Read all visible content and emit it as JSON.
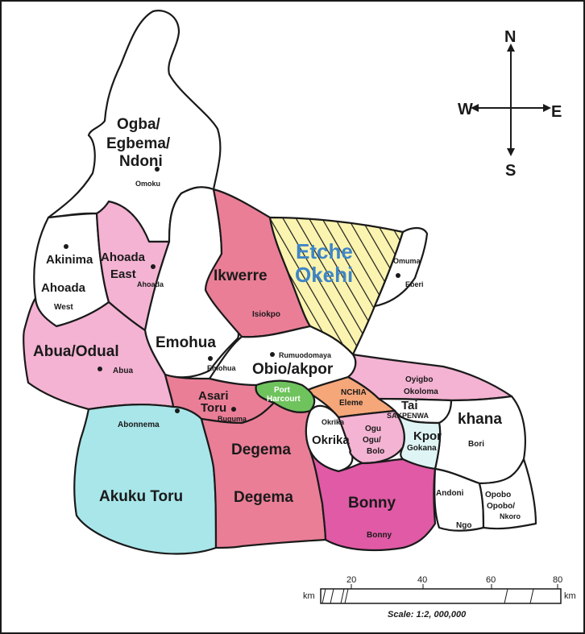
{
  "map": {
    "regions": [
      {
        "key": "ogba",
        "lines": [
          "Ogba/",
          "Egbema/",
          "Ndoni"
        ],
        "town": "Omoku",
        "fill": "#ffffff"
      },
      {
        "key": "ahoada_west",
        "lines": [
          "Akinima",
          "Ahoada"
        ],
        "town": "West",
        "fill": "#ffffff"
      },
      {
        "key": "ahoada_east",
        "lines": [
          "Ahoada",
          "East"
        ],
        "town": "Ahoada",
        "fill": "#f4b3d3"
      },
      {
        "key": "ikwerre",
        "lines": [
          "Ikwerre"
        ],
        "town": "Isiokpo",
        "fill": "#ea7e97"
      },
      {
        "key": "etche",
        "lines": [
          "Etche",
          "Okehi"
        ],
        "town": "",
        "fill": "#fbf4b0"
      },
      {
        "key": "omuma",
        "lines": [],
        "town": "Omuma",
        "town2": "Eberi",
        "fill": "#ffffff"
      },
      {
        "key": "abua",
        "lines": [
          "Abua/Odual"
        ],
        "town": "Abua",
        "fill": "#f4b3d3"
      },
      {
        "key": "emohua",
        "lines": [
          "Emohua"
        ],
        "town": "Emohua",
        "fill": "#ffffff"
      },
      {
        "key": "obio",
        "lines": [
          "Obio/akpor"
        ],
        "town": "Rumuodomaya",
        "fill": "#ffffff"
      },
      {
        "key": "portharcourt",
        "lines": [
          "Port",
          "Harcourt"
        ],
        "town": "",
        "fill": "#6fc35d"
      },
      {
        "key": "oyigbo",
        "lines": [
          "Oyigbo",
          "Okoloma"
        ],
        "town": "",
        "fill": "#f4b3d3"
      },
      {
        "key": "eleme",
        "lines": [
          "NCHIA",
          "Eleme"
        ],
        "town": "",
        "fill": "#f5a77a"
      },
      {
        "key": "tai",
        "lines": [
          "Tai"
        ],
        "town": "SAKPENWA",
        "fill": "#ffffff"
      },
      {
        "key": "khana",
        "lines": [
          "khana"
        ],
        "town": "Bori",
        "fill": "#ffffff"
      },
      {
        "key": "asari",
        "lines": [
          "Asari",
          "Toru"
        ],
        "town": "Buguma",
        "fill": "#ea7e97"
      },
      {
        "key": "okrika",
        "lines": [
          "Okrika"
        ],
        "town": "Okrika",
        "fill": "#ffffff"
      },
      {
        "key": "ogu",
        "lines": [
          "Ogu",
          "Ogu/",
          "Bolo"
        ],
        "town": "",
        "fill": "#f4b3d3"
      },
      {
        "key": "gokana",
        "lines": [
          "Kpor"
        ],
        "town": "Gokana",
        "fill": "#dff4f4"
      },
      {
        "key": "akuku",
        "lines": [
          "Akuku Toru"
        ],
        "town": "Abonnema",
        "fill": "#a8e6ea"
      },
      {
        "key": "degema",
        "lines": [
          "Degema",
          "Degema"
        ],
        "town": "",
        "fill": "#ea7e97"
      },
      {
        "key": "bonny",
        "lines": [
          "Bonny"
        ],
        "town": "Bonny",
        "fill": "#e05aa6"
      },
      {
        "key": "andoni",
        "lines": [
          "Andoni"
        ],
        "town": "Ngo",
        "fill": "#ffffff"
      },
      {
        "key": "opobo",
        "lines": [
          "Opobo",
          "Opobo/"
        ],
        "town": "Nkoro",
        "fill": "#ffffff"
      }
    ]
  },
  "compass": {
    "n": "N",
    "s": "S",
    "e": "E",
    "w": "W"
  },
  "scale": {
    "unit_left": "km",
    "unit_right": "km",
    "ticks": [
      "20",
      "40",
      "60",
      "80"
    ],
    "caption": "Scale: 1:2, 000,000"
  },
  "colors": {
    "white": "#ffffff",
    "pink_light": "#f4b3d3",
    "pink_red": "#ea7e97",
    "magenta": "#e05aa6",
    "yellow_hatch": "#fbf4b0",
    "green": "#6fc35d",
    "orange": "#f5a77a",
    "cyan": "#a8e6ea",
    "cyan_pale": "#dff4f4",
    "blue_text": "#3f86c8"
  }
}
